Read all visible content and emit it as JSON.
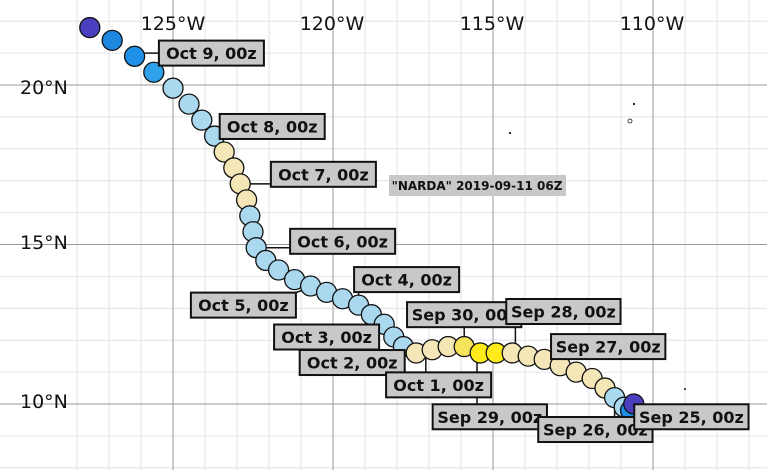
{
  "map": {
    "lon_labels": [
      "125°W",
      "120°W",
      "115°W",
      "110°W"
    ],
    "lat_labels": [
      "20°N",
      "15°N",
      "10°N"
    ],
    "stamp": "\"NARDA\" 2019-09-11 06Z",
    "colors": {
      "track_outline": "#111111",
      "label_fill": "#c8c8c8",
      "grid_major": "#9a9a9a",
      "grid_minor": "#dcdce4"
    },
    "track": [
      {
        "lon": -127.6,
        "lat": 21.8,
        "color": "#4a3fbf"
      },
      {
        "lon": -126.9,
        "lat": 21.4,
        "color": "#1e88e0"
      },
      {
        "lon": -126.2,
        "lat": 20.9,
        "color": "#1e90e8"
      },
      {
        "lon": -125.6,
        "lat": 20.4,
        "color": "#2fa0ec"
      },
      {
        "lon": -125.0,
        "lat": 19.9,
        "color": "#a9d8ef"
      },
      {
        "lon": -124.5,
        "lat": 19.4,
        "color": "#a9d8ef"
      },
      {
        "lon": -124.1,
        "lat": 18.9,
        "color": "#a9d8ef"
      },
      {
        "lon": -123.7,
        "lat": 18.4,
        "color": "#a9d8ef"
      },
      {
        "lon": -123.4,
        "lat": 17.9,
        "color": "#f5e6b8"
      },
      {
        "lon": -123.1,
        "lat": 17.4,
        "color": "#f5e6b8"
      },
      {
        "lon": -122.9,
        "lat": 16.9,
        "color": "#f5e6b8"
      },
      {
        "lon": -122.7,
        "lat": 16.4,
        "color": "#f5e6b8"
      },
      {
        "lon": -122.6,
        "lat": 15.9,
        "color": "#a9d8ef"
      },
      {
        "lon": -122.5,
        "lat": 15.4,
        "color": "#a9d8ef"
      },
      {
        "lon": -122.4,
        "lat": 14.9,
        "color": "#a9d8ef"
      },
      {
        "lon": -122.1,
        "lat": 14.5,
        "color": "#a9d8ef"
      },
      {
        "lon": -121.7,
        "lat": 14.2,
        "color": "#a9d8ef"
      },
      {
        "lon": -121.2,
        "lat": 13.9,
        "color": "#a9d8ef"
      },
      {
        "lon": -120.7,
        "lat": 13.7,
        "color": "#a9d8ef"
      },
      {
        "lon": -120.2,
        "lat": 13.5,
        "color": "#a9d8ef"
      },
      {
        "lon": -119.7,
        "lat": 13.3,
        "color": "#a9d8ef"
      },
      {
        "lon": -119.2,
        "lat": 13.1,
        "color": "#a9d8ef"
      },
      {
        "lon": -118.8,
        "lat": 12.8,
        "color": "#a9d8ef"
      },
      {
        "lon": -118.4,
        "lat": 12.5,
        "color": "#a9d8ef"
      },
      {
        "lon": -118.1,
        "lat": 12.1,
        "color": "#a9d8ef"
      },
      {
        "lon": -117.8,
        "lat": 11.8,
        "color": "#a9d8ef"
      },
      {
        "lon": -117.4,
        "lat": 11.6,
        "color": "#f5e6b8"
      },
      {
        "lon": -116.9,
        "lat": 11.7,
        "color": "#f5e6b8"
      },
      {
        "lon": -116.4,
        "lat": 11.8,
        "color": "#f5e6b8"
      },
      {
        "lon": -115.9,
        "lat": 11.8,
        "color": "#f6e35a"
      },
      {
        "lon": -115.4,
        "lat": 11.6,
        "color": "#ffeb1a"
      },
      {
        "lon": -114.9,
        "lat": 11.6,
        "color": "#ffeb1a"
      },
      {
        "lon": -114.4,
        "lat": 11.6,
        "color": "#f5e6b8"
      },
      {
        "lon": -113.9,
        "lat": 11.5,
        "color": "#f5e6b8"
      },
      {
        "lon": -113.4,
        "lat": 11.4,
        "color": "#f5e6b8"
      },
      {
        "lon": -112.9,
        "lat": 11.2,
        "color": "#f5e6b8"
      },
      {
        "lon": -112.4,
        "lat": 11.0,
        "color": "#f5e6b8"
      },
      {
        "lon": -111.9,
        "lat": 10.8,
        "color": "#f5e6b8"
      },
      {
        "lon": -111.5,
        "lat": 10.5,
        "color": "#f5e6b8"
      },
      {
        "lon": -111.2,
        "lat": 10.2,
        "color": "#a9d8ef"
      },
      {
        "lon": -110.9,
        "lat": 9.9,
        "color": "#a9d8ef"
      },
      {
        "lon": -110.7,
        "lat": 9.8,
        "color": "#1e90e8"
      },
      {
        "lon": -110.6,
        "lat": 10.0,
        "color": "#4a3fbf"
      }
    ],
    "date_labels": [
      {
        "text": "Oct 9, 00z",
        "lon": -126.0,
        "lat": 21.0,
        "tlon": -123.8,
        "tlat": 21.0
      },
      {
        "text": "Oct 8, 00z",
        "lon": -123.7,
        "lat": 18.4,
        "tlon": -121.9,
        "tlat": 18.7
      },
      {
        "text": "Oct 7, 00z",
        "lon": -122.9,
        "lat": 16.9,
        "tlon": -120.3,
        "tlat": 17.2
      },
      {
        "text": "Oct 6, 00z",
        "lon": -122.4,
        "lat": 14.9,
        "tlon": -119.7,
        "tlat": 15.1
      },
      {
        "text": "Oct 4, 00z",
        "lon": -119.2,
        "lat": 13.1,
        "tlon": -117.7,
        "tlat": 13.9
      },
      {
        "text": "Oct 5, 00z",
        "lon": -120.6,
        "lat": 13.7,
        "tlon": -122.8,
        "tlat": 13.1
      },
      {
        "text": "Oct 3, 00z",
        "lon": -118.8,
        "lat": 12.8,
        "tlon": -120.2,
        "tlat": 12.1
      },
      {
        "text": "Oct 2, 00z",
        "lon": -118.1,
        "lat": 12.0,
        "tlon": -119.4,
        "tlat": 11.3
      },
      {
        "text": "Oct 1, 00z",
        "lon": -117.1,
        "lat": 11.7,
        "tlon": -116.7,
        "tlat": 10.6
      },
      {
        "text": "Sep 30, 00z",
        "lon": -115.9,
        "lat": 11.8,
        "tlon": -115.9,
        "tlat": 12.8
      },
      {
        "text": "Sep 29, 00z",
        "lon": -115.5,
        "lat": 11.5,
        "tlon": -115.1,
        "tlat": 9.6
      },
      {
        "text": "Sep 28, 00z",
        "lon": -114.3,
        "lat": 11.6,
        "tlon": -112.8,
        "tlat": 12.9
      },
      {
        "text": "Sep 27, 00z",
        "lon": -112.7,
        "lat": 11.1,
        "tlon": -111.4,
        "tlat": 11.8
      },
      {
        "text": "Sep 26, 00z",
        "lon": -111.2,
        "lat": 10.2,
        "tlon": -111.8,
        "tlat": 9.2
      },
      {
        "text": "Sep 25, 00z",
        "lon": -110.6,
        "lat": 9.9,
        "tlon": -108.8,
        "tlat": 9.6
      }
    ]
  }
}
